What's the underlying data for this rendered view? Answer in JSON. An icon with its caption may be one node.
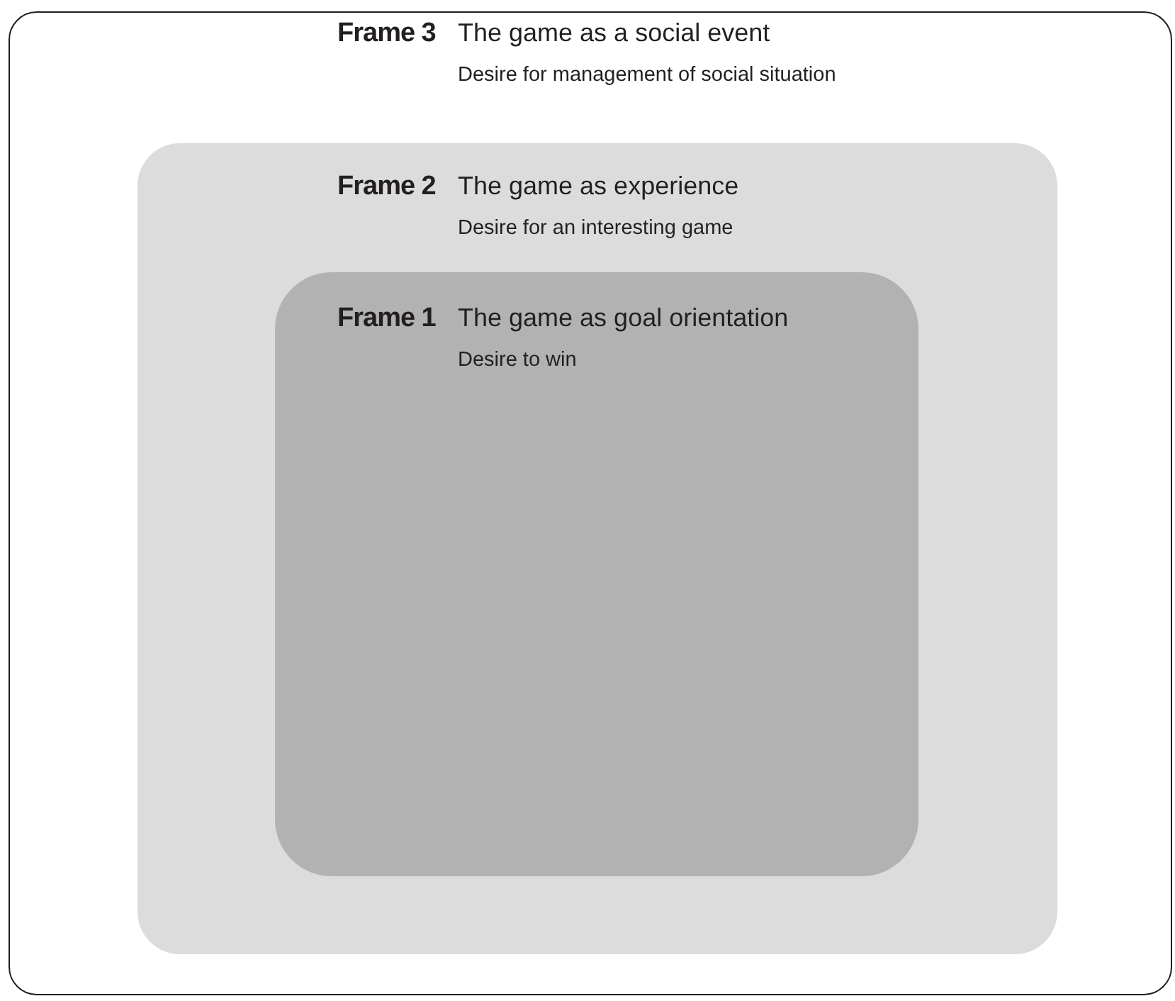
{
  "diagram": {
    "nodes": [
      {
        "text": [
          "Frame 3",
          "The game as a social event",
          "Desire for management of social situation"
        ]
      },
      {
        "text": [
          "Frame 2",
          "The game as experience",
          "Desire for an interesting game"
        ],
        "in": 0
      },
      {
        "text": [
          "Frame 1",
          "The game as goal orientation",
          "Desire to win"
        ],
        "in": 1
      }
    ]
  }
}
